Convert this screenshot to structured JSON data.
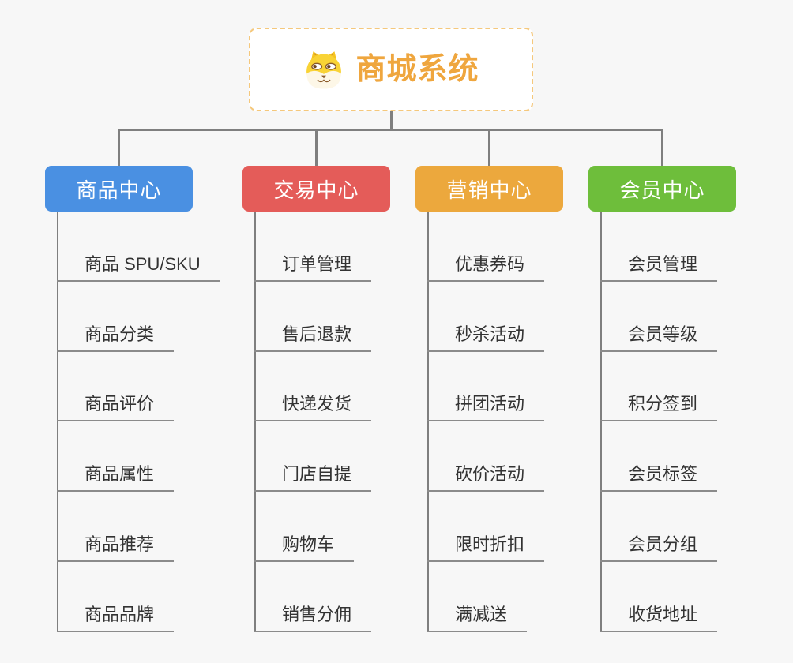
{
  "canvas": {
    "background": "#f7f7f7",
    "connector_color": "#7f7f7f"
  },
  "root": {
    "title": "商城系统",
    "icon": "dog-icon",
    "accent_color": "#efa63e",
    "border_color": "#f5c87c"
  },
  "branches": [
    {
      "label": "商品中心",
      "color": "#4a90e2",
      "items": [
        "商品 SPU/SKU",
        "商品分类",
        "商品评价",
        "商品属性",
        "商品推荐",
        "商品品牌"
      ]
    },
    {
      "label": "交易中心",
      "color": "#e45c59",
      "items": [
        "订单管理",
        "售后退款",
        "快递发货",
        "门店自提",
        "购物车",
        "销售分佣"
      ]
    },
    {
      "label": "营销中心",
      "color": "#eca83d",
      "items": [
        "优惠券码",
        "秒杀活动",
        "拼团活动",
        "砍价活动",
        "限时折扣",
        "满减送"
      ]
    },
    {
      "label": "会员中心",
      "color": "#6ebe3b",
      "items": [
        "会员管理",
        "会员等级",
        "积分签到",
        "会员标签",
        "会员分组",
        "收货地址"
      ]
    }
  ]
}
